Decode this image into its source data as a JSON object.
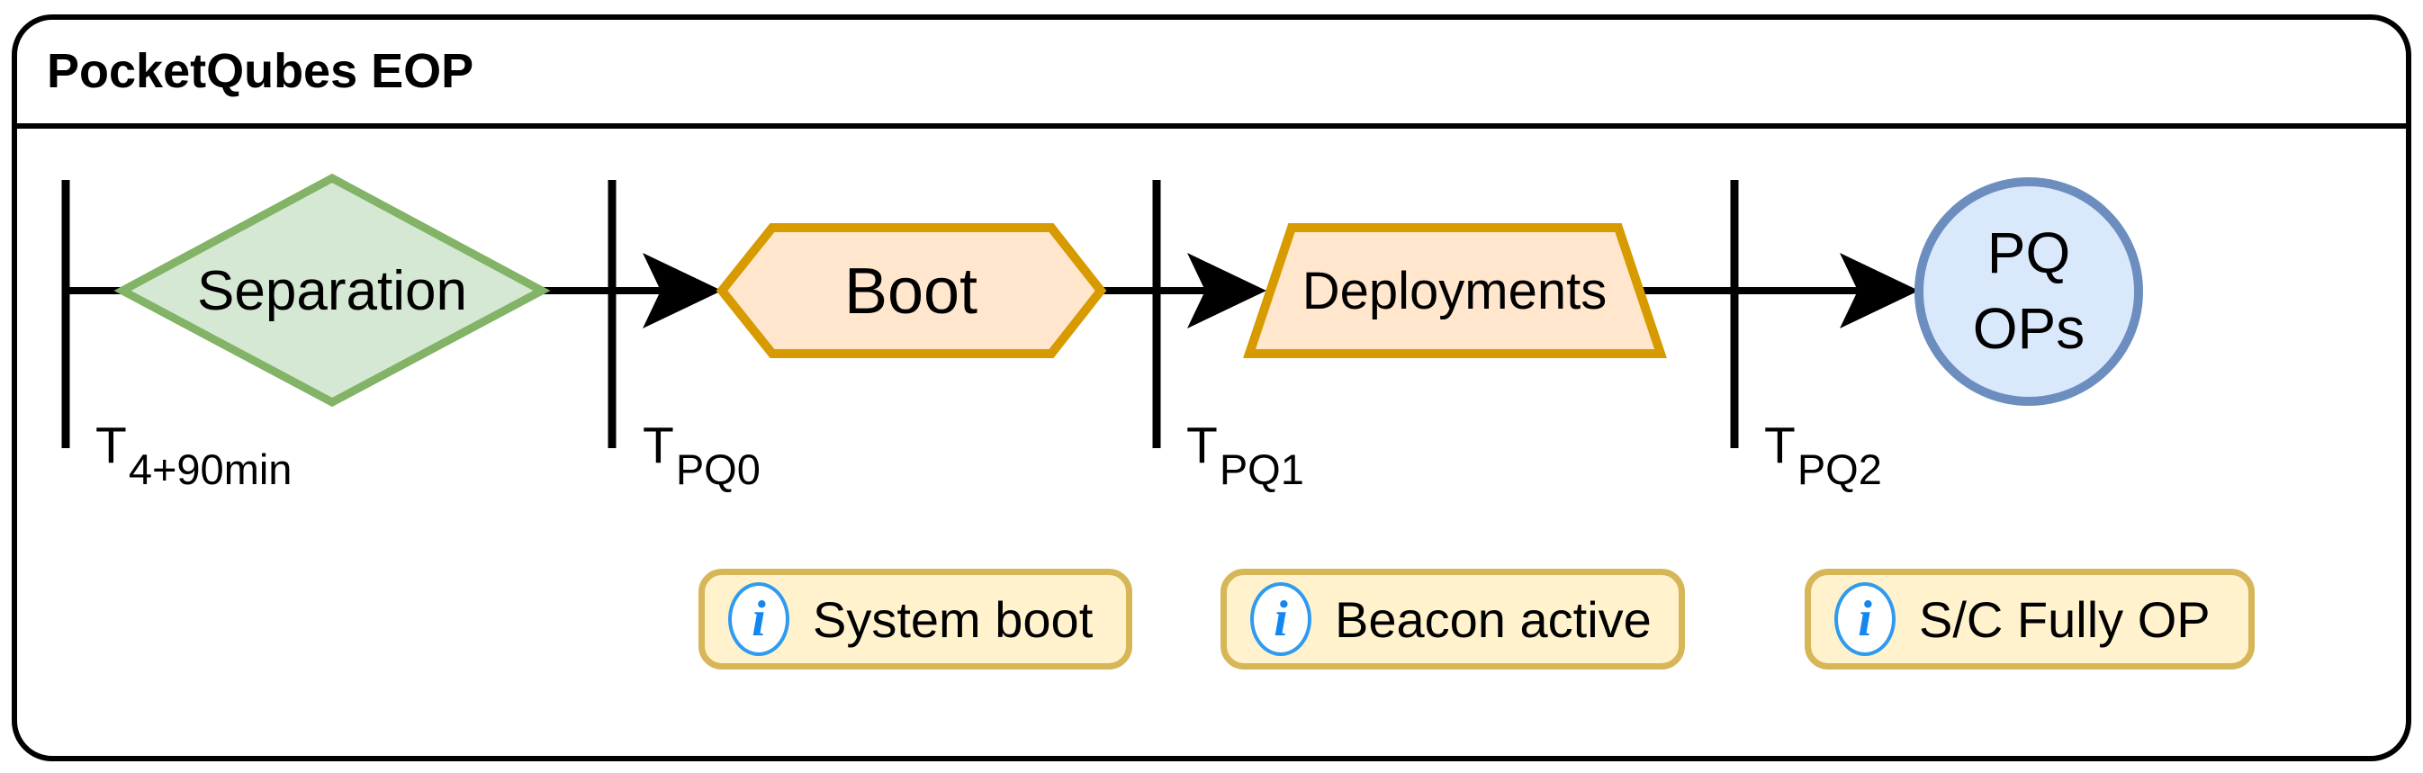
{
  "window": {
    "title": "PocketQubes EOP"
  },
  "timeline": {
    "ticks": [
      {
        "main": "T",
        "sub": "4+90min"
      },
      {
        "main": "T",
        "sub": "PQ0"
      },
      {
        "main": "T",
        "sub": "PQ1"
      },
      {
        "main": "T",
        "sub": "PQ2"
      }
    ],
    "stages": [
      {
        "shape": "diamond",
        "label": "Separation"
      },
      {
        "shape": "hexagon",
        "label": "Boot"
      },
      {
        "shape": "trapezoid",
        "label": "Deployments"
      },
      {
        "shape": "circle",
        "label_line1": "PQ",
        "label_line2": "OPs"
      }
    ]
  },
  "annotations": [
    {
      "icon": "info-icon",
      "icon_glyph": "i",
      "label": "System boot"
    },
    {
      "icon": "info-icon",
      "icon_glyph": "i",
      "label": "Beacon active"
    },
    {
      "icon": "info-icon",
      "icon_glyph": "i",
      "label": "S/C Fully OP"
    }
  ],
  "colors": {
    "frame_stroke": "#000000",
    "timeline_stroke": "#000000",
    "diamond_fill": "#d5e8d4",
    "diamond_stroke": "#82b366",
    "orange_fill": "#ffe6cc",
    "orange_stroke": "#d79b00",
    "circle_fill": "#dae8fc",
    "circle_stroke": "#6c8ebf",
    "note_fill": "#fff2cc",
    "note_stroke": "#d6b656",
    "info_icon_blue": "#1486f0"
  }
}
